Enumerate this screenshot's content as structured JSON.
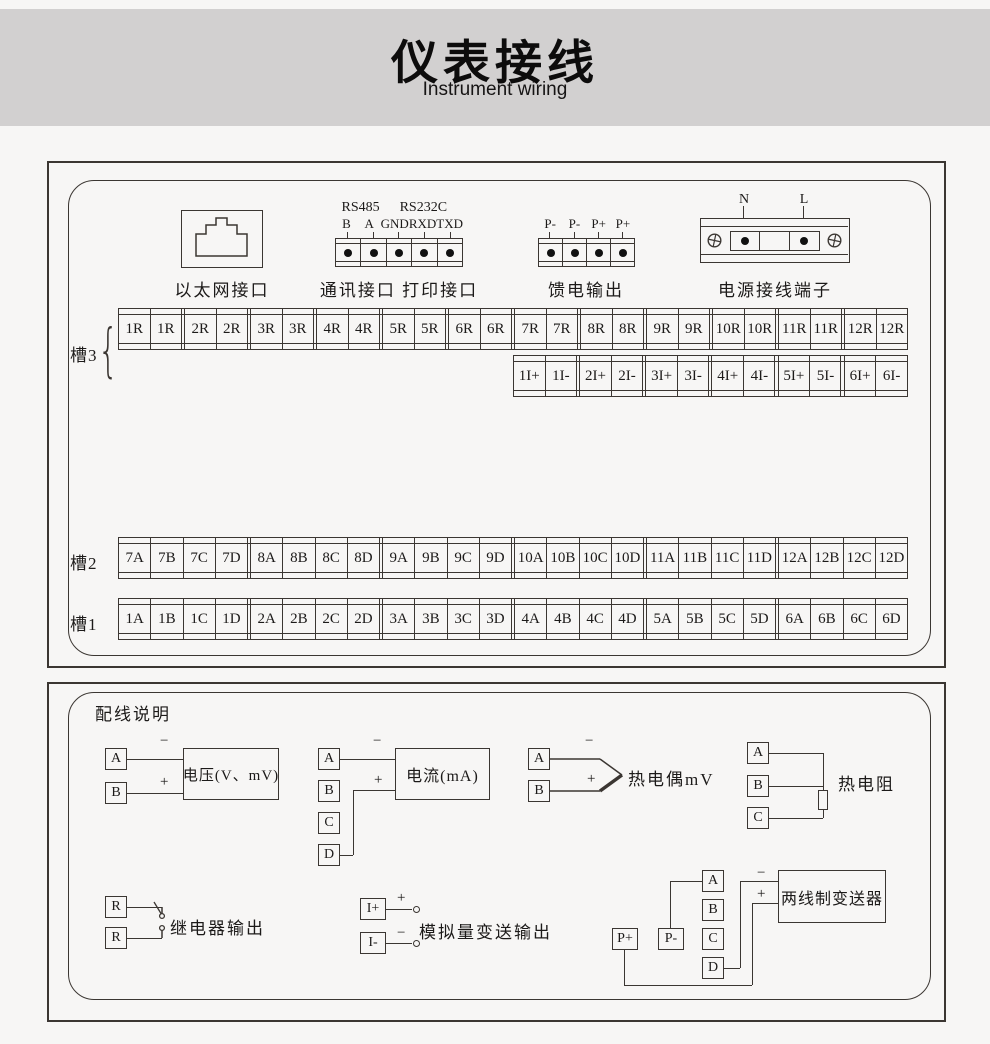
{
  "header": {
    "title": "仪表接线",
    "subtitle": "Instrument wiring"
  },
  "rear_panel": {
    "ethernet": {
      "caption": "以太网接口"
    },
    "comm": {
      "bus_labels": [
        "RS485",
        "RS232C"
      ],
      "pins": [
        "B",
        "A",
        "GND",
        "RXD",
        "TXD"
      ],
      "caption": "通讯接口 打印接口"
    },
    "feed": {
      "pins": [
        "P-",
        "P-",
        "P+",
        "P+"
      ],
      "caption": "馈电输出"
    },
    "power": {
      "pins": [
        "N",
        "L"
      ],
      "caption": "电源接线端子"
    },
    "slot3": {
      "label": "槽3",
      "relay_row": [
        "1R",
        "1R",
        "2R",
        "2R",
        "3R",
        "3R",
        "4R",
        "4R",
        "5R",
        "5R",
        "6R",
        "6R",
        "7R",
        "7R",
        "8R",
        "8R",
        "9R",
        "9R",
        "10R",
        "10R",
        "11R",
        "11R",
        "12R",
        "12R"
      ],
      "current_row": [
        "1I+",
        "1I-",
        "2I+",
        "2I-",
        "3I+",
        "3I-",
        "4I+",
        "4I-",
        "5I+",
        "5I-",
        "6I+",
        "6I-"
      ]
    },
    "slot2": {
      "label": "槽2",
      "cells": [
        "7A",
        "7B",
        "7C",
        "7D",
        "8A",
        "8B",
        "8C",
        "8D",
        "9A",
        "9B",
        "9C",
        "9D",
        "10A",
        "10B",
        "10C",
        "10D",
        "11A",
        "11B",
        "11C",
        "11D",
        "12A",
        "12B",
        "12C",
        "12D"
      ]
    },
    "slot1": {
      "label": "槽1",
      "cells": [
        "1A",
        "1B",
        "1C",
        "1D",
        "2A",
        "2B",
        "2C",
        "2D",
        "3A",
        "3B",
        "3C",
        "3D",
        "4A",
        "4B",
        "4C",
        "4D",
        "5A",
        "5B",
        "5C",
        "5D",
        "6A",
        "6B",
        "6C",
        "6D"
      ]
    }
  },
  "wiring_guide": {
    "title": "配线说明",
    "plus": "+",
    "minus": "−",
    "voltage": {
      "terminals": [
        "A",
        "B"
      ],
      "label": "电压(V、mV)"
    },
    "current": {
      "terminals": [
        "A",
        "B",
        "C",
        "D"
      ],
      "label": "电流(mA)"
    },
    "thermocouple": {
      "terminals": [
        "A",
        "B"
      ],
      "label": "热电偶mV"
    },
    "rtd": {
      "terminals": [
        "A",
        "B",
        "C"
      ],
      "label": "热电阻"
    },
    "relay": {
      "terminals": [
        "R",
        "R"
      ],
      "label": "继电器输出"
    },
    "analog": {
      "terminals": [
        "I+",
        "I-"
      ],
      "label": "模拟量变送输出"
    },
    "transmitter": {
      "power_terminals": [
        "P+",
        "P-"
      ],
      "terminals": [
        "A",
        "B",
        "C",
        "D"
      ],
      "label": "两线制变送器"
    }
  },
  "colors": {
    "line": "#3b3632",
    "band": "#d2d0d0",
    "background": "#f7f6f5"
  }
}
